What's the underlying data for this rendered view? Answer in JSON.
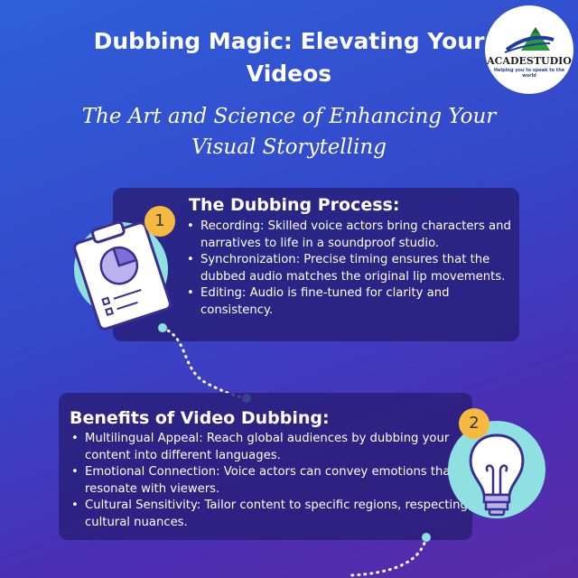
{
  "header": {
    "title_line1": "Dubbing Magic: Elevating Your",
    "title_line2": "Videos",
    "subtitle_line1": "The Art and Science of Enhancing Your",
    "subtitle_line2": "Visual Storytelling"
  },
  "logo": {
    "name": "ACADESTUDIO",
    "tagline": "Helping you to speak to the world"
  },
  "step1": {
    "number": "1",
    "title": "The Dubbing Process:",
    "bullets": [
      "Recording: Skilled voice actors bring characters and narratives to life in a soundproof studio.",
      "Synchronization: Precise timing ensures that the dubbed audio matches the original lip movements.",
      "Editing: Audio is fine-tuned for clarity and consistency."
    ],
    "icon": "clipboard-pie-chart-icon"
  },
  "step2": {
    "number": "2",
    "title": "Benefits of Video Dubbing:",
    "bullets": [
      "Multilingual Appeal: Reach global audiences by dubbing your content into different languages.",
      "Emotional Connection: Voice actors can convey emotions that resonate with viewers.",
      "Cultural Sensitivity: Tailor content to specific regions, respecting cultural nuances."
    ],
    "icon": "lightbulb-icon"
  },
  "colors": {
    "background_top": "#2f5fd9",
    "background_bottom": "#5a2ba8",
    "card": "#281e78",
    "badge": "#f5b942",
    "icon_circle": "#8fe0e0"
  }
}
